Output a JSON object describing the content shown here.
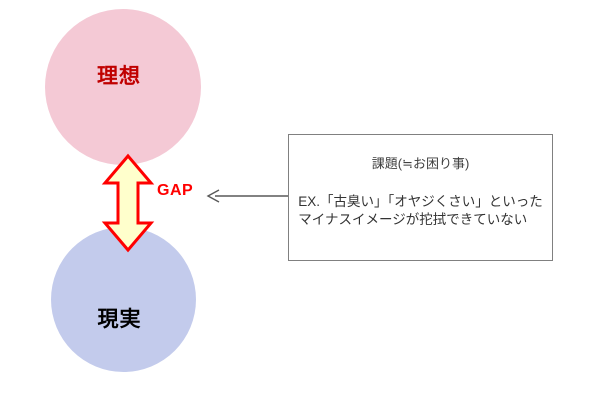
{
  "diagram": {
    "title_present": false,
    "circles": [
      {
        "id": "ideal",
        "label": "理想",
        "fill": "#f4c9d5",
        "text_color": "#c00000"
      },
      {
        "id": "reality",
        "label": "現実",
        "fill": "#c3cbec",
        "text_color": "#000000"
      }
    ],
    "gap": {
      "label": "GAP",
      "label_color": "#ff0000",
      "arrow_fill": "#ffffcc",
      "arrow_stroke": "#ff0000",
      "arrow_icon": "double-headed-vertical-arrow-icon"
    },
    "connector": {
      "icon": "left-arrow-icon",
      "color": "#595959",
      "direction": "right-to-left"
    },
    "callout": {
      "border_color": "#808080",
      "background": "#ffffff",
      "title": "課題(≒お困り事)",
      "body_lines": [
        "EX.「古臭い」「オヤジくさい」といった",
        "マイナスイメージが拕拭できていない"
      ]
    }
  }
}
